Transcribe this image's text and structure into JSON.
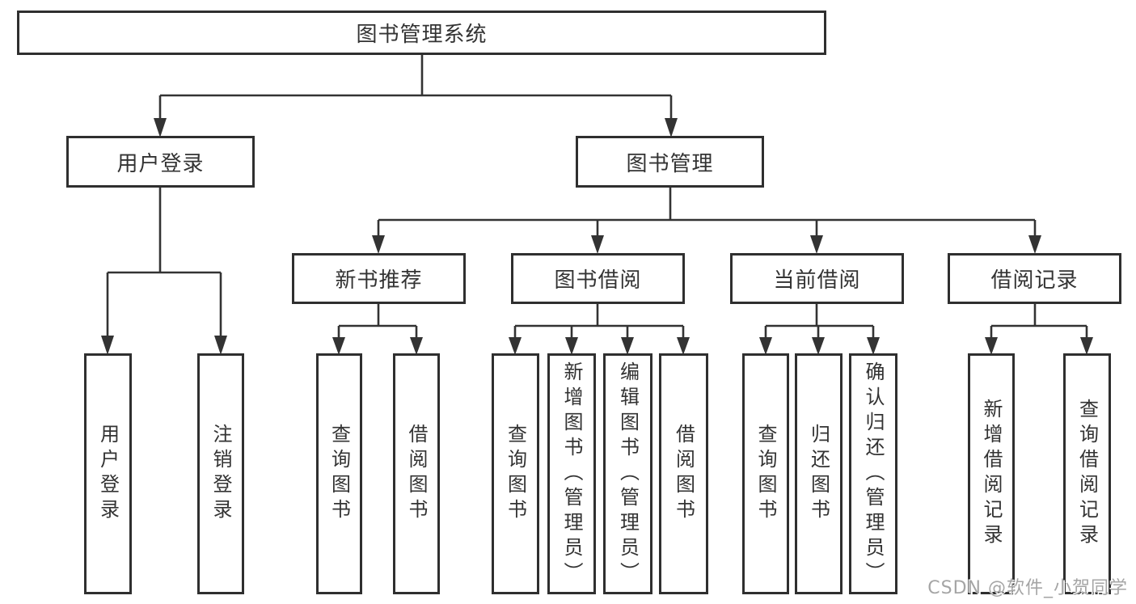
{
  "tree": {
    "root": {
      "label": "图书管理系统"
    },
    "branches": [
      {
        "label": "用户登录",
        "children": [
          {
            "label": "用户登录"
          },
          {
            "label": "注销登录"
          }
        ]
      },
      {
        "label": "图书管理",
        "children": [
          {
            "label": "新书推荐",
            "children": [
              {
                "label": "查询图书"
              },
              {
                "label": "借阅图书"
              }
            ]
          },
          {
            "label": "图书借阅",
            "children": [
              {
                "label": "查询图书"
              },
              {
                "label": "新增图书（管理员）"
              },
              {
                "label": "编辑图书（管理员）"
              },
              {
                "label": "借阅图书"
              }
            ]
          },
          {
            "label": "当前借阅",
            "children": [
              {
                "label": "查询图书"
              },
              {
                "label": "归还图书"
              },
              {
                "label": "确认归还（管理员）"
              }
            ]
          },
          {
            "label": "借阅记录",
            "children": [
              {
                "label": "新增借阅记录"
              },
              {
                "label": "查询借阅记录"
              }
            ]
          }
        ]
      }
    ]
  },
  "watermark": {
    "text": "CSDN @软件_小贺同学"
  },
  "colors": {
    "line": "#333333",
    "box_border": "#2f2f2f",
    "text": "#333333",
    "watermark": "#a5a5a5",
    "background": "#ffffff"
  }
}
